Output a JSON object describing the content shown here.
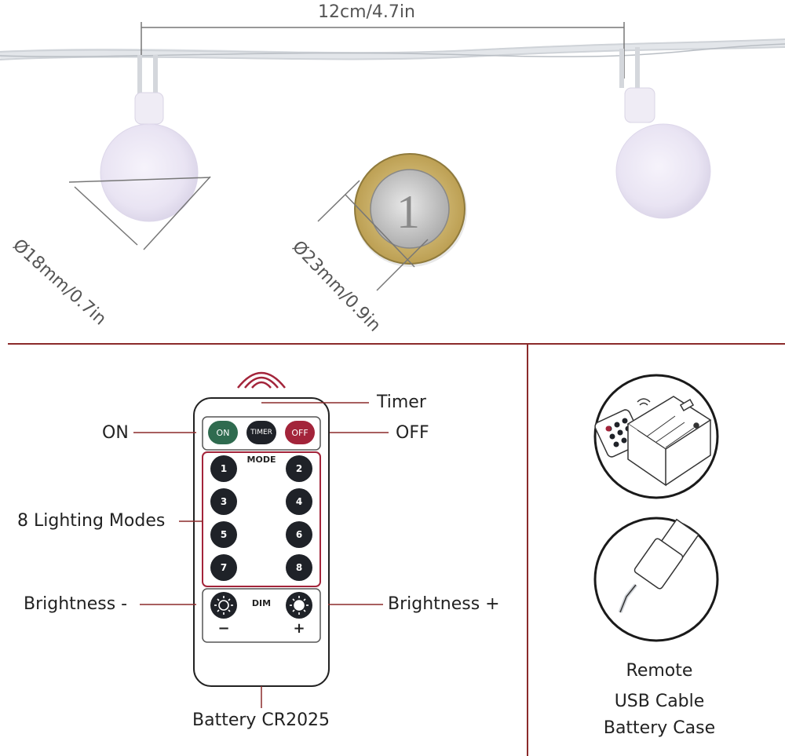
{
  "top": {
    "length_label": "12cm/4.7in",
    "bulb_diameter_label": "Ø18mm/0.7in",
    "coin_diameter_label": "Ø23mm/0.9in"
  },
  "remote": {
    "timer_callout": "Timer",
    "on_callout": "ON",
    "off_callout": "OFF",
    "modes_callout": "8 Lighting Modes",
    "brightness_minus_callout": "Brightness -",
    "brightness_plus_callout": "Brightness +",
    "battery_callout": "Battery CR2025",
    "buttons": {
      "on": "ON",
      "timer": "TIMER",
      "off": "OFF",
      "mode": "MODE",
      "dim": "DIM",
      "minus": "−",
      "plus": "+",
      "modes": [
        "1",
        "2",
        "3",
        "4",
        "5",
        "6",
        "7",
        "8"
      ]
    }
  },
  "side": {
    "lines": [
      "Remote",
      "USB Cable",
      "Battery Case"
    ]
  },
  "colors": {
    "divider": "#8b2a2a",
    "on_button": "#2f6b4f",
    "off_button": "#a3243a",
    "dark_button": "#1f2228"
  }
}
